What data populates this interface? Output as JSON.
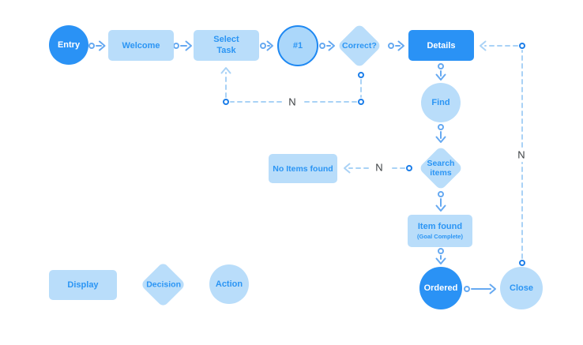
{
  "diagram": {
    "nodes": {
      "entry": {
        "label": "Entry",
        "shape": "circle"
      },
      "welcome": {
        "label": "Welcome",
        "shape": "rect"
      },
      "select_task": {
        "label": "Select Task",
        "shape": "rect"
      },
      "step1": {
        "label": "#1",
        "shape": "circle-outlined"
      },
      "correct": {
        "label": "Correct?",
        "shape": "diamond"
      },
      "details": {
        "label": "Details",
        "shape": "rect-primary"
      },
      "find": {
        "label": "Find",
        "shape": "circle"
      },
      "search_items": {
        "label": "Search items",
        "shape": "diamond"
      },
      "no_items_found": {
        "label": "No Items found",
        "shape": "rect"
      },
      "item_found": {
        "label": "Item found",
        "sublabel": "(Goal Complete)",
        "shape": "rect"
      },
      "ordered": {
        "label": "Ordered",
        "shape": "circle-primary"
      },
      "close": {
        "label": "Close",
        "shape": "circle"
      }
    },
    "edge_labels": {
      "correct_no": "N",
      "search_no": "N",
      "close_no": "N"
    },
    "legend": {
      "display": {
        "label": "Display"
      },
      "decision": {
        "label": "Decision"
      },
      "action": {
        "label": "Action"
      }
    },
    "colors": {
      "background": "#FFFFFF",
      "accent": "#2A92F5",
      "light-fill": "#B9DDFA",
      "outlined-fill": "#ABD7FA",
      "outline-stroke": "#1E88F2",
      "node-text": "#2B95F4",
      "connector": "#66A9F1",
      "dashed": "#A9D2F6",
      "marker": "#1C7EE9",
      "edge-label": "#3C4043"
    }
  }
}
